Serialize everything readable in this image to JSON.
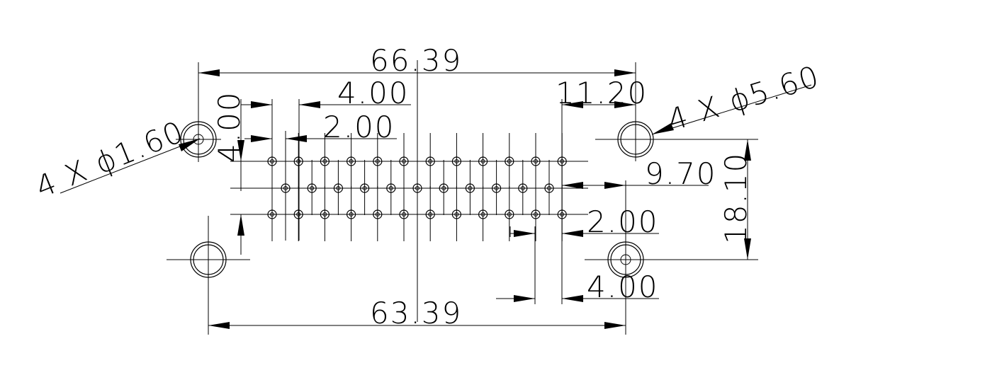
{
  "drawing": {
    "dimensions": {
      "overall_width": "66.39",
      "pitch_outer": "4.00",
      "pitch_inner": "2.00",
      "edge_offset": "11.20",
      "vertical_pitch": "4.00",
      "mounting_hole_note": "4 X ϕ5.60",
      "pin_hole_note": "4 X ϕ1.60",
      "row_height": "9.70",
      "hole_spacing_vertical": "18.10",
      "side_pitch_small": "2.00",
      "side_pitch_large": "4.00",
      "bottom_width": "63.39"
    }
  }
}
